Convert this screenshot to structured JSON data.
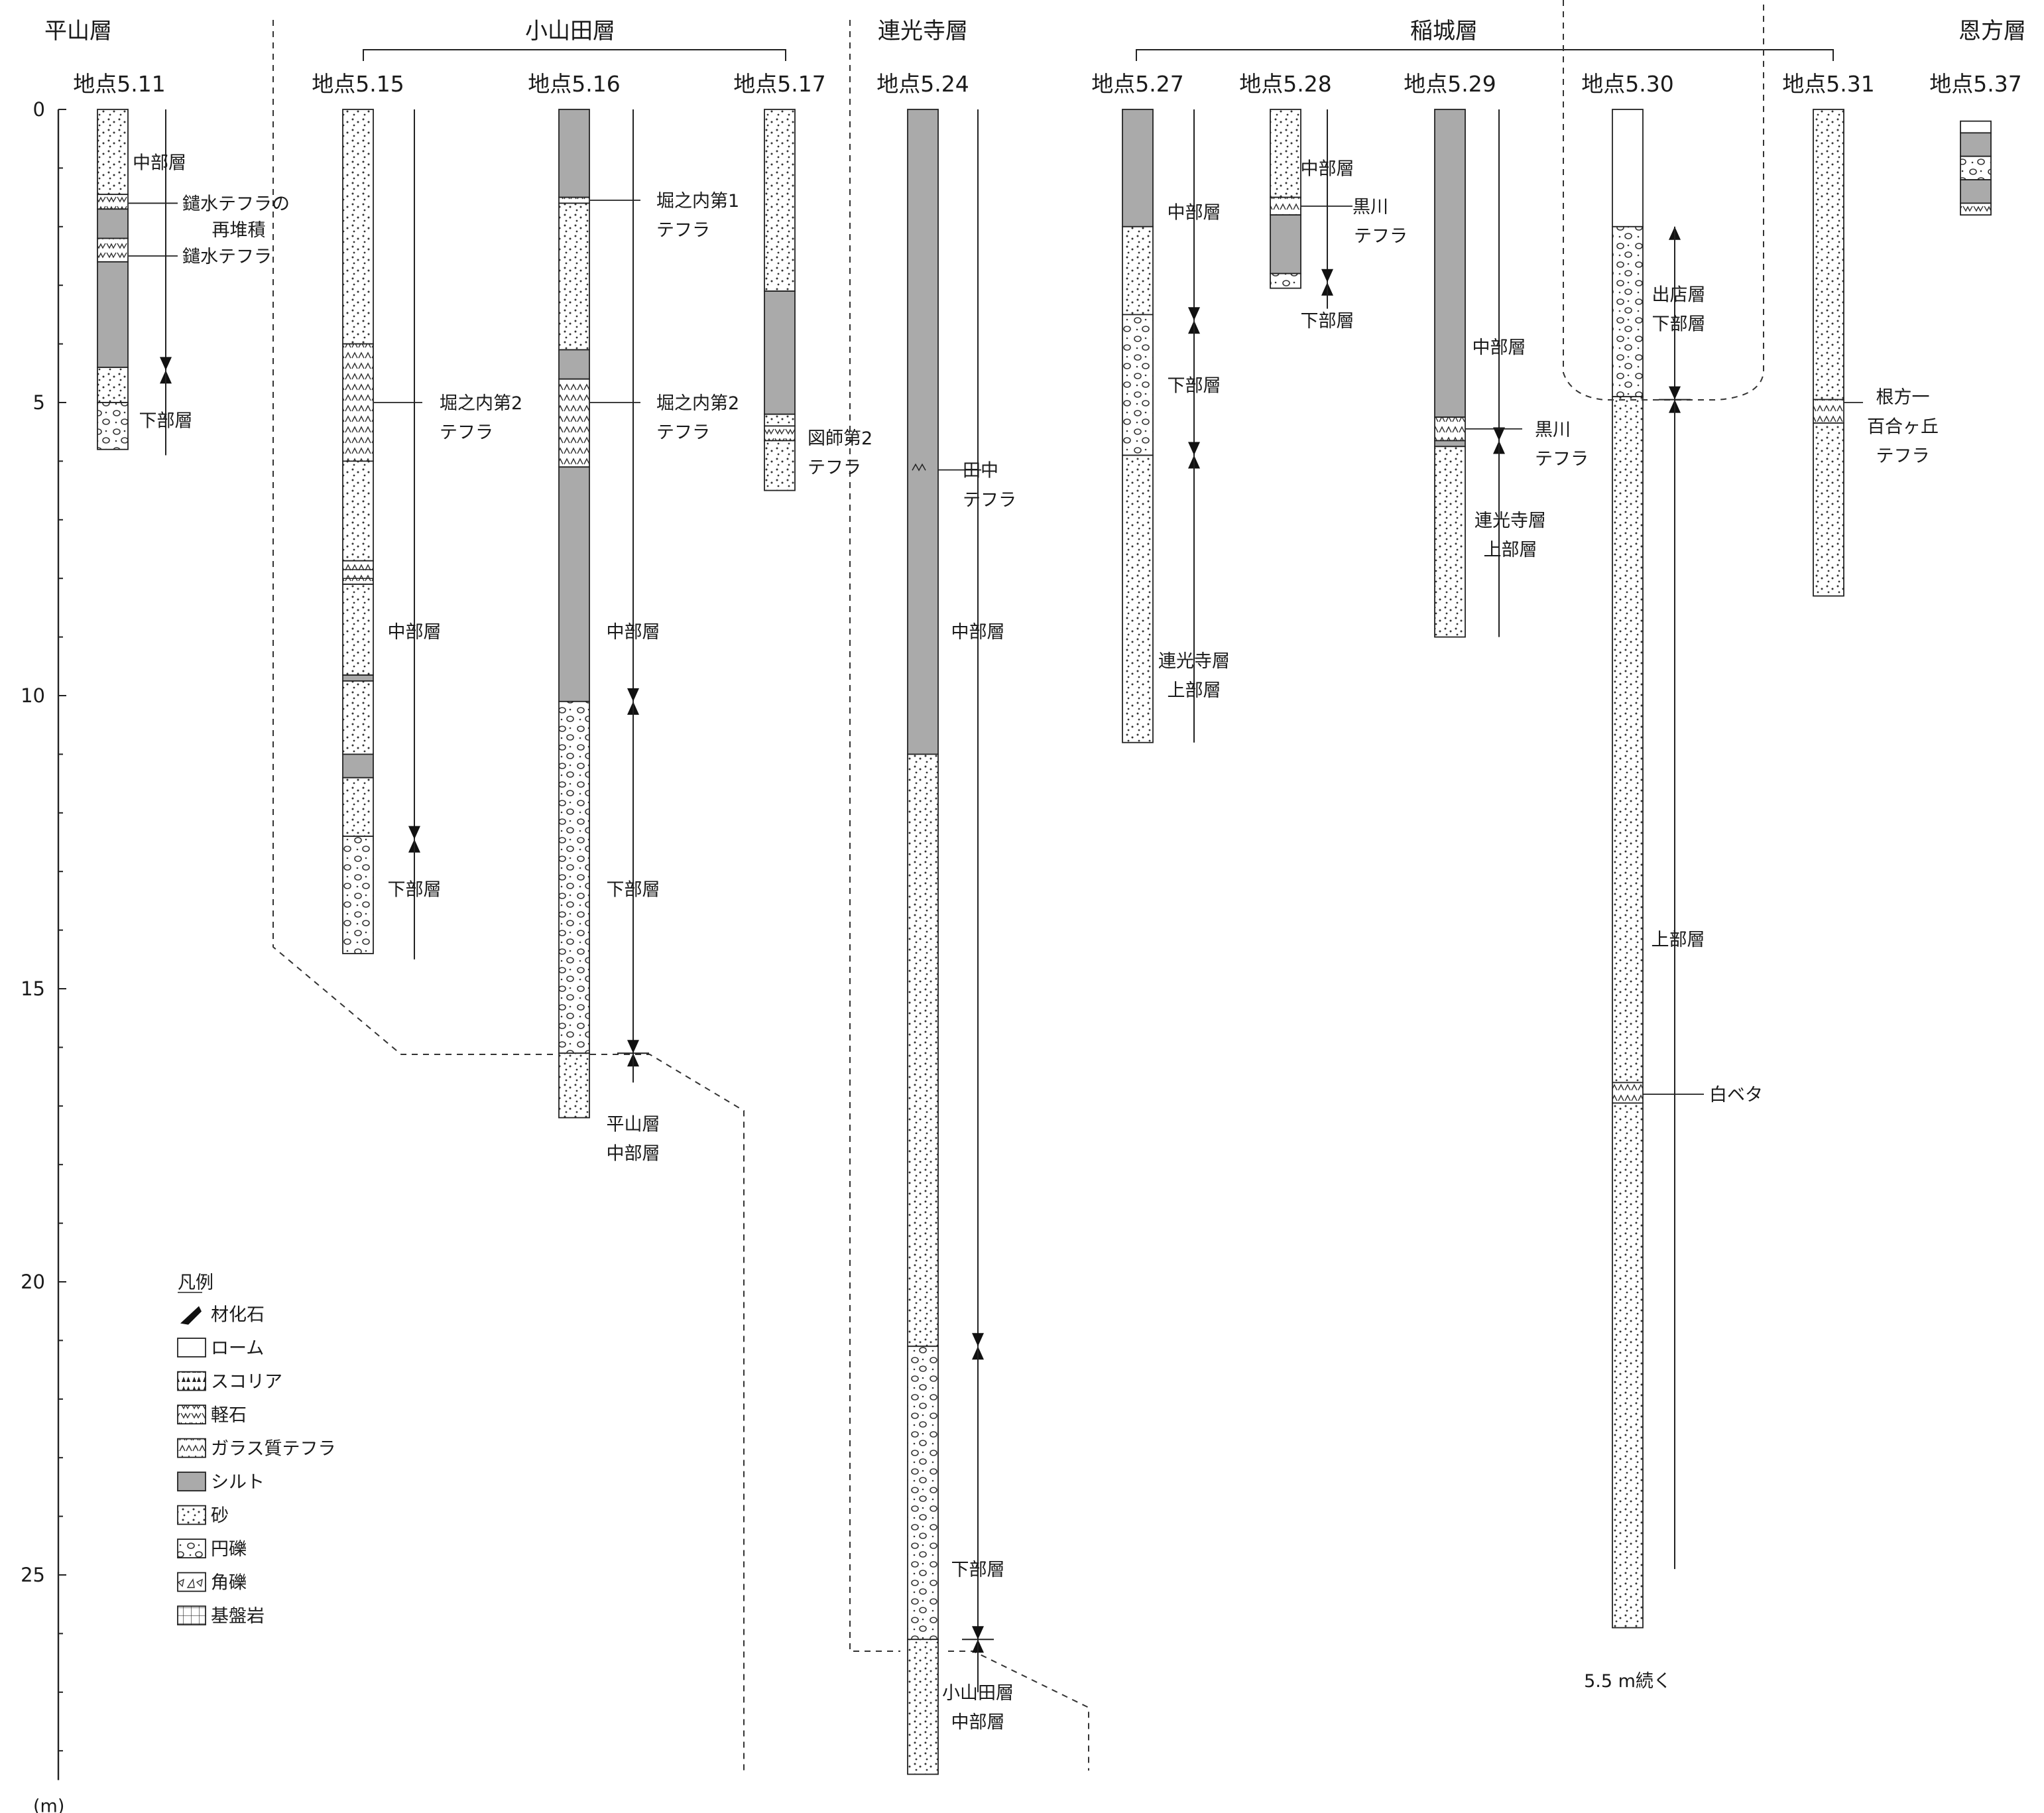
{
  "unit": "(m)",
  "axis_ticks": [
    0,
    5,
    10,
    15,
    20,
    25
  ],
  "depth_max": 28.5,
  "formations": [
    "平山層",
    "小山田層",
    "連光寺層",
    "稲城層",
    "恩方層"
  ],
  "sites": [
    "地点5.11",
    "地点5.15",
    "地点5.16",
    "地点5.17",
    "地点5.24",
    "地点5.27",
    "地点5.28",
    "地点5.29",
    "地点5.30",
    "地点5.31",
    "地点5.37"
  ],
  "layer_types": {
    "loam": "ローム",
    "scoria": "スコリア",
    "pumice": "軽石",
    "glass_tephra": "ガラス質テフラ",
    "silt": "シルト",
    "sand": "砂",
    "round_gravel": "円礫",
    "angular_gravel": "角礫",
    "bedrock": "基盤岩"
  },
  "legend": {
    "title": "凡例",
    "items": [
      "材化石",
      "ローム",
      "スコリア",
      "軽石",
      "ガラス質テフラ",
      "シルト",
      "砂",
      "円礫",
      "角礫",
      "基盤岩"
    ]
  },
  "annotations": [
    "中部層",
    "鑓水テフラの",
    "再堆積",
    "鑓水テフラ",
    "下部層",
    "堀之内第2",
    "テフラ",
    "中部層",
    "下部層",
    "堀之内第1",
    "テフラ",
    "堀之内第2",
    "テフラ",
    "中部層",
    "下部層",
    "平山層",
    "中部層",
    "図師第2",
    "テフラ",
    "田中",
    "テフラ",
    "中部層",
    "下部層",
    "小山田層",
    "中部層",
    "中部層",
    "下部層",
    "連光寺層",
    "上部層",
    "中部層",
    "黒川",
    "テフラ",
    "下部層",
    "中部層",
    "黒川",
    "テフラ",
    "連光寺層",
    "上部層",
    "出店層",
    "下部層",
    "上部層",
    "白ベタ",
    "5.5 m続く",
    "根方一",
    "百合ヶ丘",
    "テフラ"
  ]
}
